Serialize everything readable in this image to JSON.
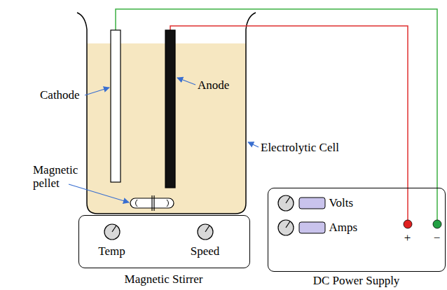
{
  "diagram": {
    "nodes": [
      {
        "text": [
          "Temp",
          "Speed",
          "Magnetic Stirrer"
        ]
      },
      {
        "text": [
          "Volts",
          "Amps",
          "+",
          "−",
          "DC Power Supply"
        ]
      }
    ],
    "labels": [
      "Cathode",
      "Anode",
      "Electrolytic Cell",
      "Magnetic pellet"
    ]
  }
}
